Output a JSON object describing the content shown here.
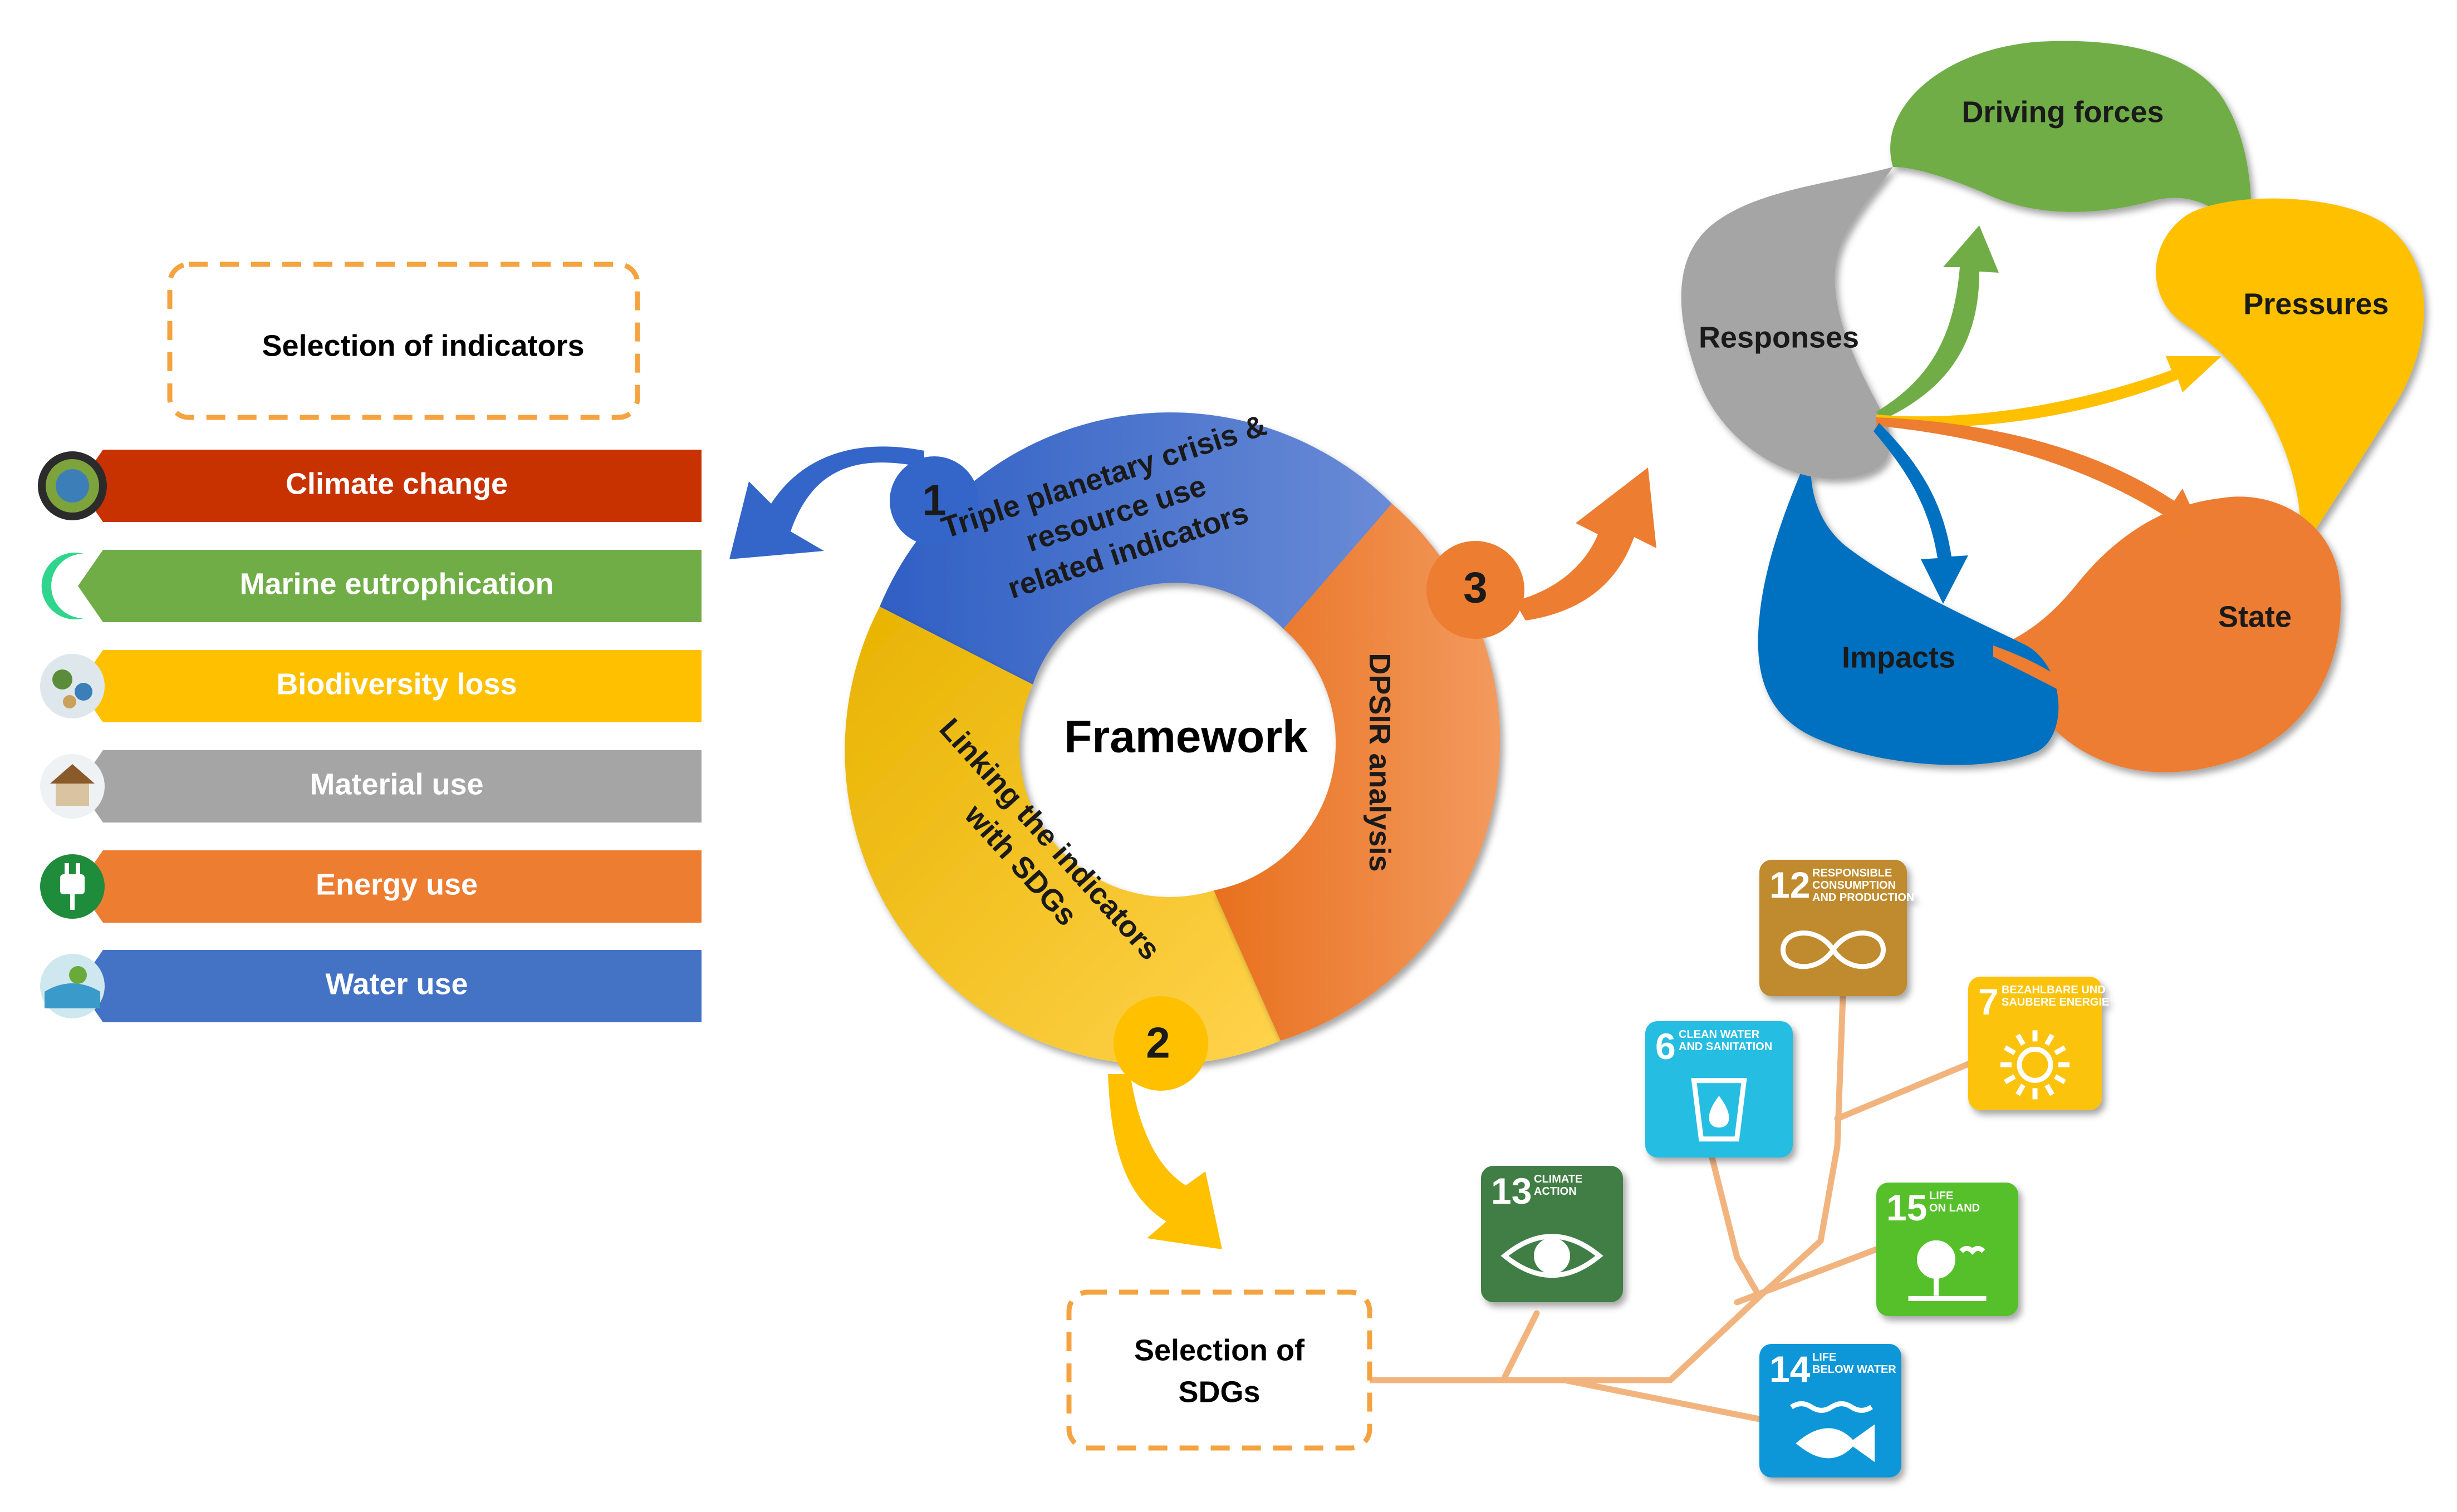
{
  "selection_indicators": {
    "label": "Selection of indicators"
  },
  "indicators": [
    {
      "label": "Climate change",
      "color": "#C83200",
      "icon": "earth-climate-icon"
    },
    {
      "label": "Marine eutrophication",
      "color": "#70AD47",
      "icon": "wave-icon"
    },
    {
      "label": "Biodiversity loss",
      "color": "#FFC000",
      "icon": "biodiversity-icon"
    },
    {
      "label": "Material use",
      "color": "#A5A5A5",
      "icon": "house-icon"
    },
    {
      "label": "Energy use",
      "color": "#ED7D31",
      "icon": "plug-icon"
    },
    {
      "label": "Water use",
      "color": "#4472C4",
      "icon": "water-globe-icon"
    }
  ],
  "framework": {
    "center": "Framework",
    "segments": [
      {
        "number": "1",
        "lines": [
          "Triple planetary crisis &",
          "resource use",
          "related indicators"
        ],
        "color": "#4472C4"
      },
      {
        "number": "2",
        "lines": [
          "Linking the indicators",
          "with SDGs"
        ],
        "color": "#FFC000"
      },
      {
        "number": "3",
        "lines": [
          "DPSIR analysis"
        ],
        "color": "#ED7D31"
      }
    ]
  },
  "dpsir": {
    "driving_forces": "Driving forces",
    "pressures": "Pressures",
    "state": "State",
    "impacts": "Impacts",
    "responses": "Responses",
    "colors": {
      "driving": "#70AD47",
      "pressures": "#FFC000",
      "state": "#ED7D31",
      "impacts": "#0070C0",
      "responses": "#A5A5A5"
    }
  },
  "selection_sdgs": {
    "label_line1": "Selection of",
    "label_line2": "SDGs"
  },
  "sdgs": [
    {
      "number": "12",
      "title_lines": [
        "RESPONSIBLE",
        "CONSUMPTION",
        "AND PRODUCTION"
      ],
      "color": "#BF8B2E",
      "icon": "infinity-icon"
    },
    {
      "number": "7",
      "title_lines": [
        "BEZAHLBARE UND",
        "SAUBERE ENERGIE"
      ],
      "color": "#FCC30B",
      "icon": "sun-power-icon"
    },
    {
      "number": "6",
      "title_lines": [
        "CLEAN WATER",
        "AND SANITATION"
      ],
      "color": "#26BDE2",
      "icon": "water-glass-icon"
    },
    {
      "number": "15",
      "title_lines": [
        "LIFE",
        "ON LAND"
      ],
      "color": "#56C02B",
      "icon": "tree-icon"
    },
    {
      "number": "13",
      "title_lines": [
        "CLIMATE",
        "ACTION"
      ],
      "color": "#3F7E44",
      "icon": "eye-globe-icon"
    },
    {
      "number": "14",
      "title_lines": [
        "LIFE",
        "BELOW WATER"
      ],
      "color": "#0A97D9",
      "icon": "fish-icon"
    }
  ]
}
